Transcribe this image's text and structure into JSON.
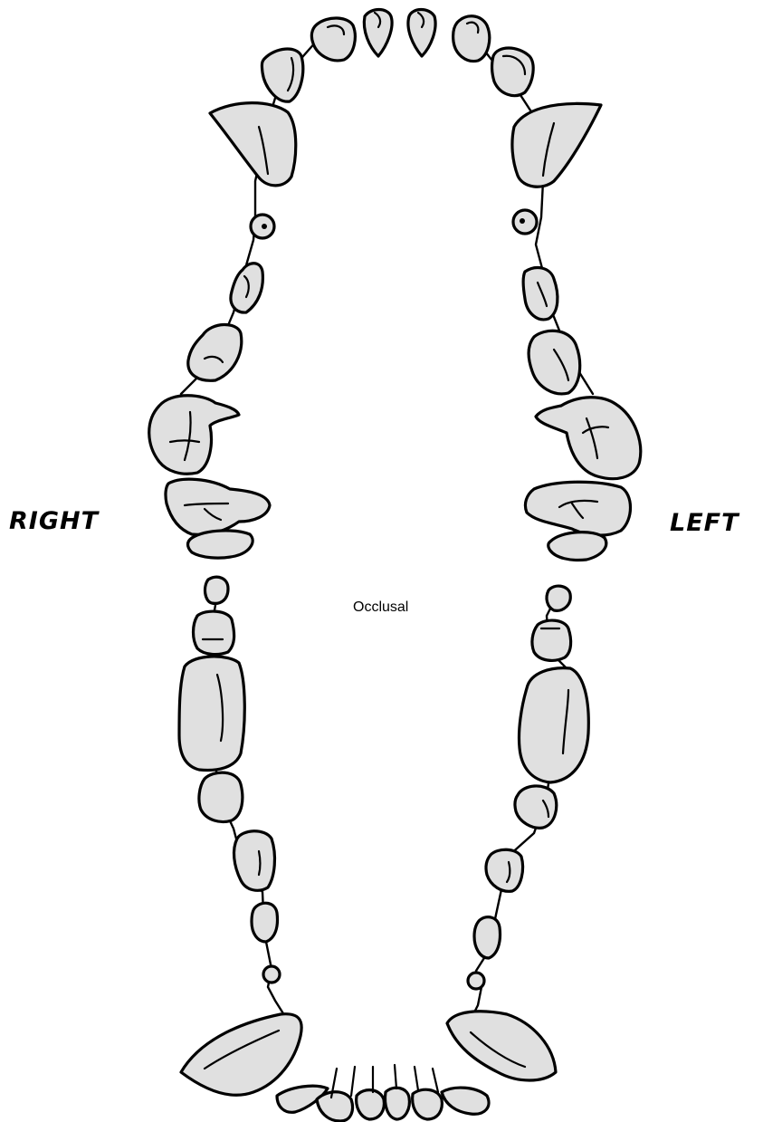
{
  "labels": {
    "right": "RIGHT",
    "left": "LEFT",
    "view": "Occlusal"
  },
  "colors": {
    "tooth_fill": "#e0e0e0",
    "outline": "#000000",
    "background": "#ffffff"
  },
  "arches": [
    {
      "name": "upper-arch",
      "tooth_count": 20
    },
    {
      "name": "lower-arch",
      "tooth_count": 22
    }
  ]
}
